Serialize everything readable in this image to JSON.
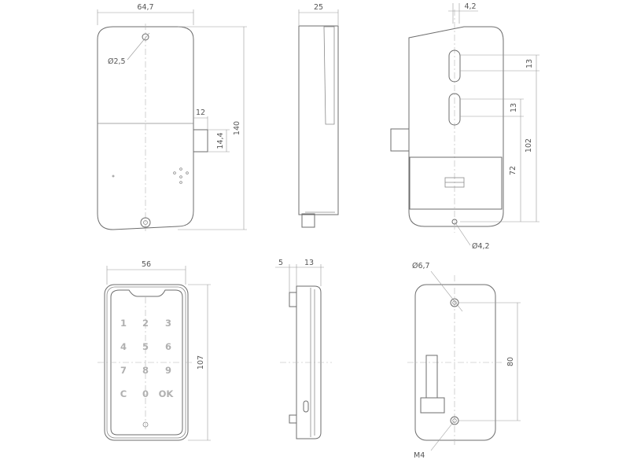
{
  "dimensions": {
    "front_width": "64,7",
    "side_depth": "25",
    "rear_offset": "4,2",
    "hole_front": "Ø2,5",
    "bolt_length": "12",
    "bolt_height": "14,4",
    "front_height": "140",
    "slot1": "13",
    "slot2": "13",
    "rear_102": "102",
    "rear_72": "72",
    "hole_rear": "Ø4,2",
    "keypad_width": "56",
    "keypad_height": "107",
    "keypad_side_5": "5",
    "keypad_side_13": "13",
    "hole_plate": "Ø6,7",
    "plate_spacing": "80",
    "thread": "M4"
  },
  "keypad": {
    "keys": [
      "1",
      "2",
      "3",
      "4",
      "5",
      "6",
      "7",
      "8",
      "9",
      "C",
      "0",
      "OK"
    ]
  }
}
